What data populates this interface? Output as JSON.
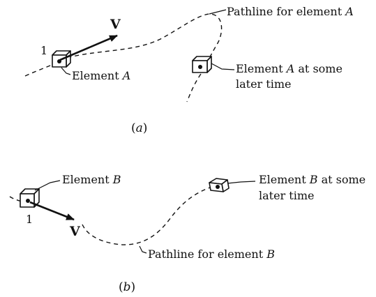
{
  "part_a": {
    "element_label_prefix": "Element ",
    "element_letter": "A",
    "later_prefix": "Element ",
    "later_letter": "A",
    "later_suffix": " at some",
    "later_line2": "later time",
    "pathline_prefix": "Pathline for element ",
    "pathline_letter": "A",
    "vector_label": "V",
    "point_label": "1",
    "caption_open": "(",
    "caption_letter": "a",
    "caption_close": ")"
  },
  "part_b": {
    "element_label_prefix": "Element ",
    "element_letter": "B",
    "later_prefix": "Element ",
    "later_letter": "B",
    "later_suffix": " at some",
    "later_line2": "later time",
    "pathline_prefix": "Pathline for element ",
    "pathline_letter": "B",
    "vector_label": "V",
    "point_label": "1",
    "caption_open": "(",
    "caption_letter": "b",
    "caption_close": ")"
  }
}
